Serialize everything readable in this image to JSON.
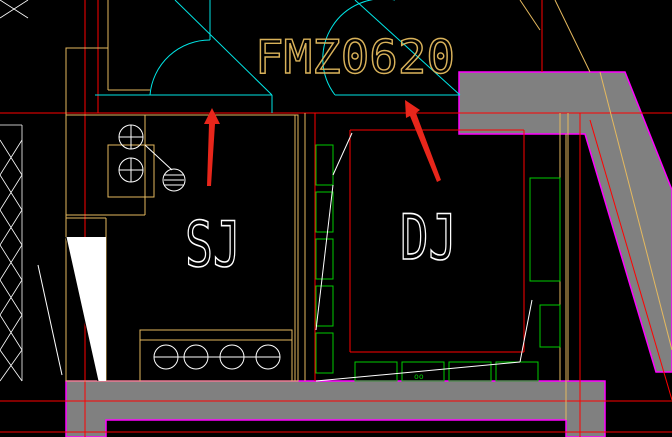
{
  "drawing": {
    "door_tag": "FMZ0620",
    "rooms": [
      {
        "code": "SJ"
      },
      {
        "code": "DJ"
      }
    ],
    "small_label": "oo"
  },
  "palette": {
    "background": "#000000",
    "wall_fill": "#808080",
    "wall_edge": "#ff00ff",
    "axis_red": "#ff0000",
    "outline_yellow": "#e5b95e",
    "text_yellow": "#d9b25a",
    "door_cyan": "#00e5e5",
    "equipment_green": "#00cc00",
    "annotation_white": "#ffffff",
    "pointer_red": "#e8261b"
  }
}
